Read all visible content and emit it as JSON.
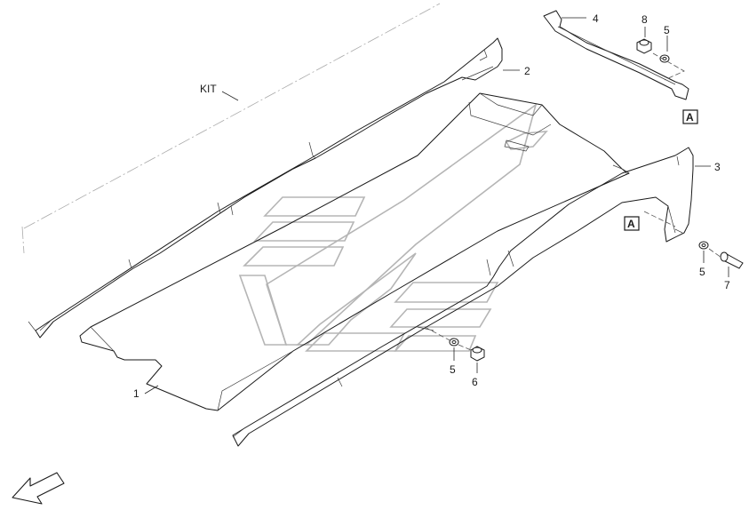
{
  "diagram": {
    "kit_label": "KIT",
    "callouts": {
      "p1": "1",
      "p2": "2",
      "p3": "3",
      "p4": "4",
      "p5a": "5",
      "p5b": "5",
      "p5c": "5",
      "p6": "6",
      "p7": "7",
      "p8": "8"
    },
    "detail_refs": {
      "top": "A",
      "side": "A"
    },
    "icons": {
      "watermark": "brand-logo-watermark",
      "direction": "direction-arrow-icon"
    }
  }
}
